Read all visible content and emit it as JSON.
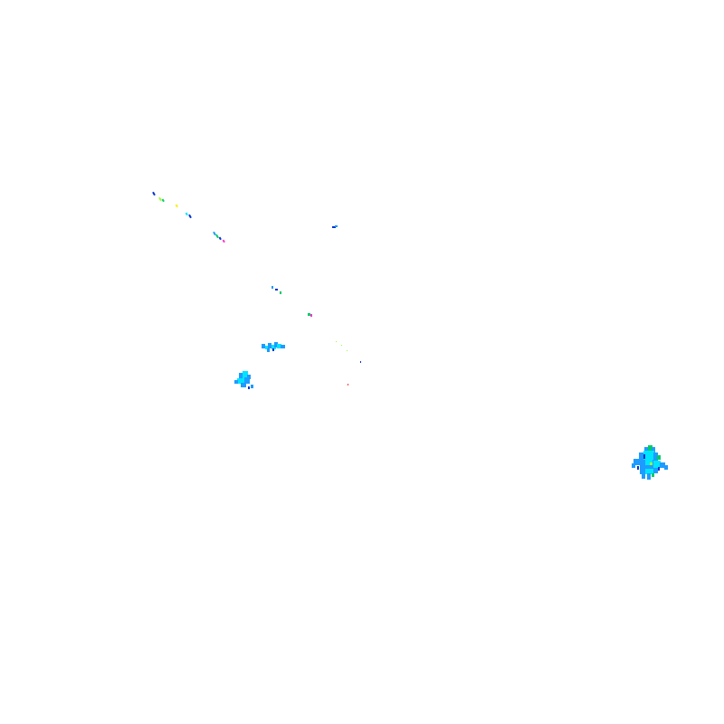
{
  "image": {
    "background": "#ffffff",
    "description_tags": [
      "sparse-colored-specks",
      "noise-pattern"
    ],
    "colors": {
      "primary_blue": "#1E9BFF",
      "cyan": "#00E5FF",
      "deep_blue": "#0033CC",
      "green": "#00CC66",
      "lime": "#99FF33",
      "yellow": "#FFEE00",
      "magenta": "#FF33CC",
      "red": "#FF3333"
    },
    "clusters": [
      {
        "id": "speck-trail-upper-left",
        "colors": [
          "deep_blue",
          "lime",
          "yellow",
          "cyan",
          "magenta"
        ]
      },
      {
        "id": "speck-small-center-top",
        "colors": [
          "deep_blue",
          "primary_blue"
        ]
      },
      {
        "id": "speck-trail-mid",
        "colors": [
          "primary_blue",
          "green",
          "magenta"
        ]
      },
      {
        "id": "blob-mid-horizontal",
        "colors": [
          "primary_blue",
          "cyan"
        ]
      },
      {
        "id": "blob-mid-left",
        "colors": [
          "primary_blue",
          "cyan"
        ]
      },
      {
        "id": "speck-faint-center",
        "colors": [
          "lime",
          "red",
          "deep_blue"
        ]
      },
      {
        "id": "blob-right",
        "colors": [
          "primary_blue",
          "cyan",
          "green",
          "deep_blue"
        ]
      }
    ]
  }
}
